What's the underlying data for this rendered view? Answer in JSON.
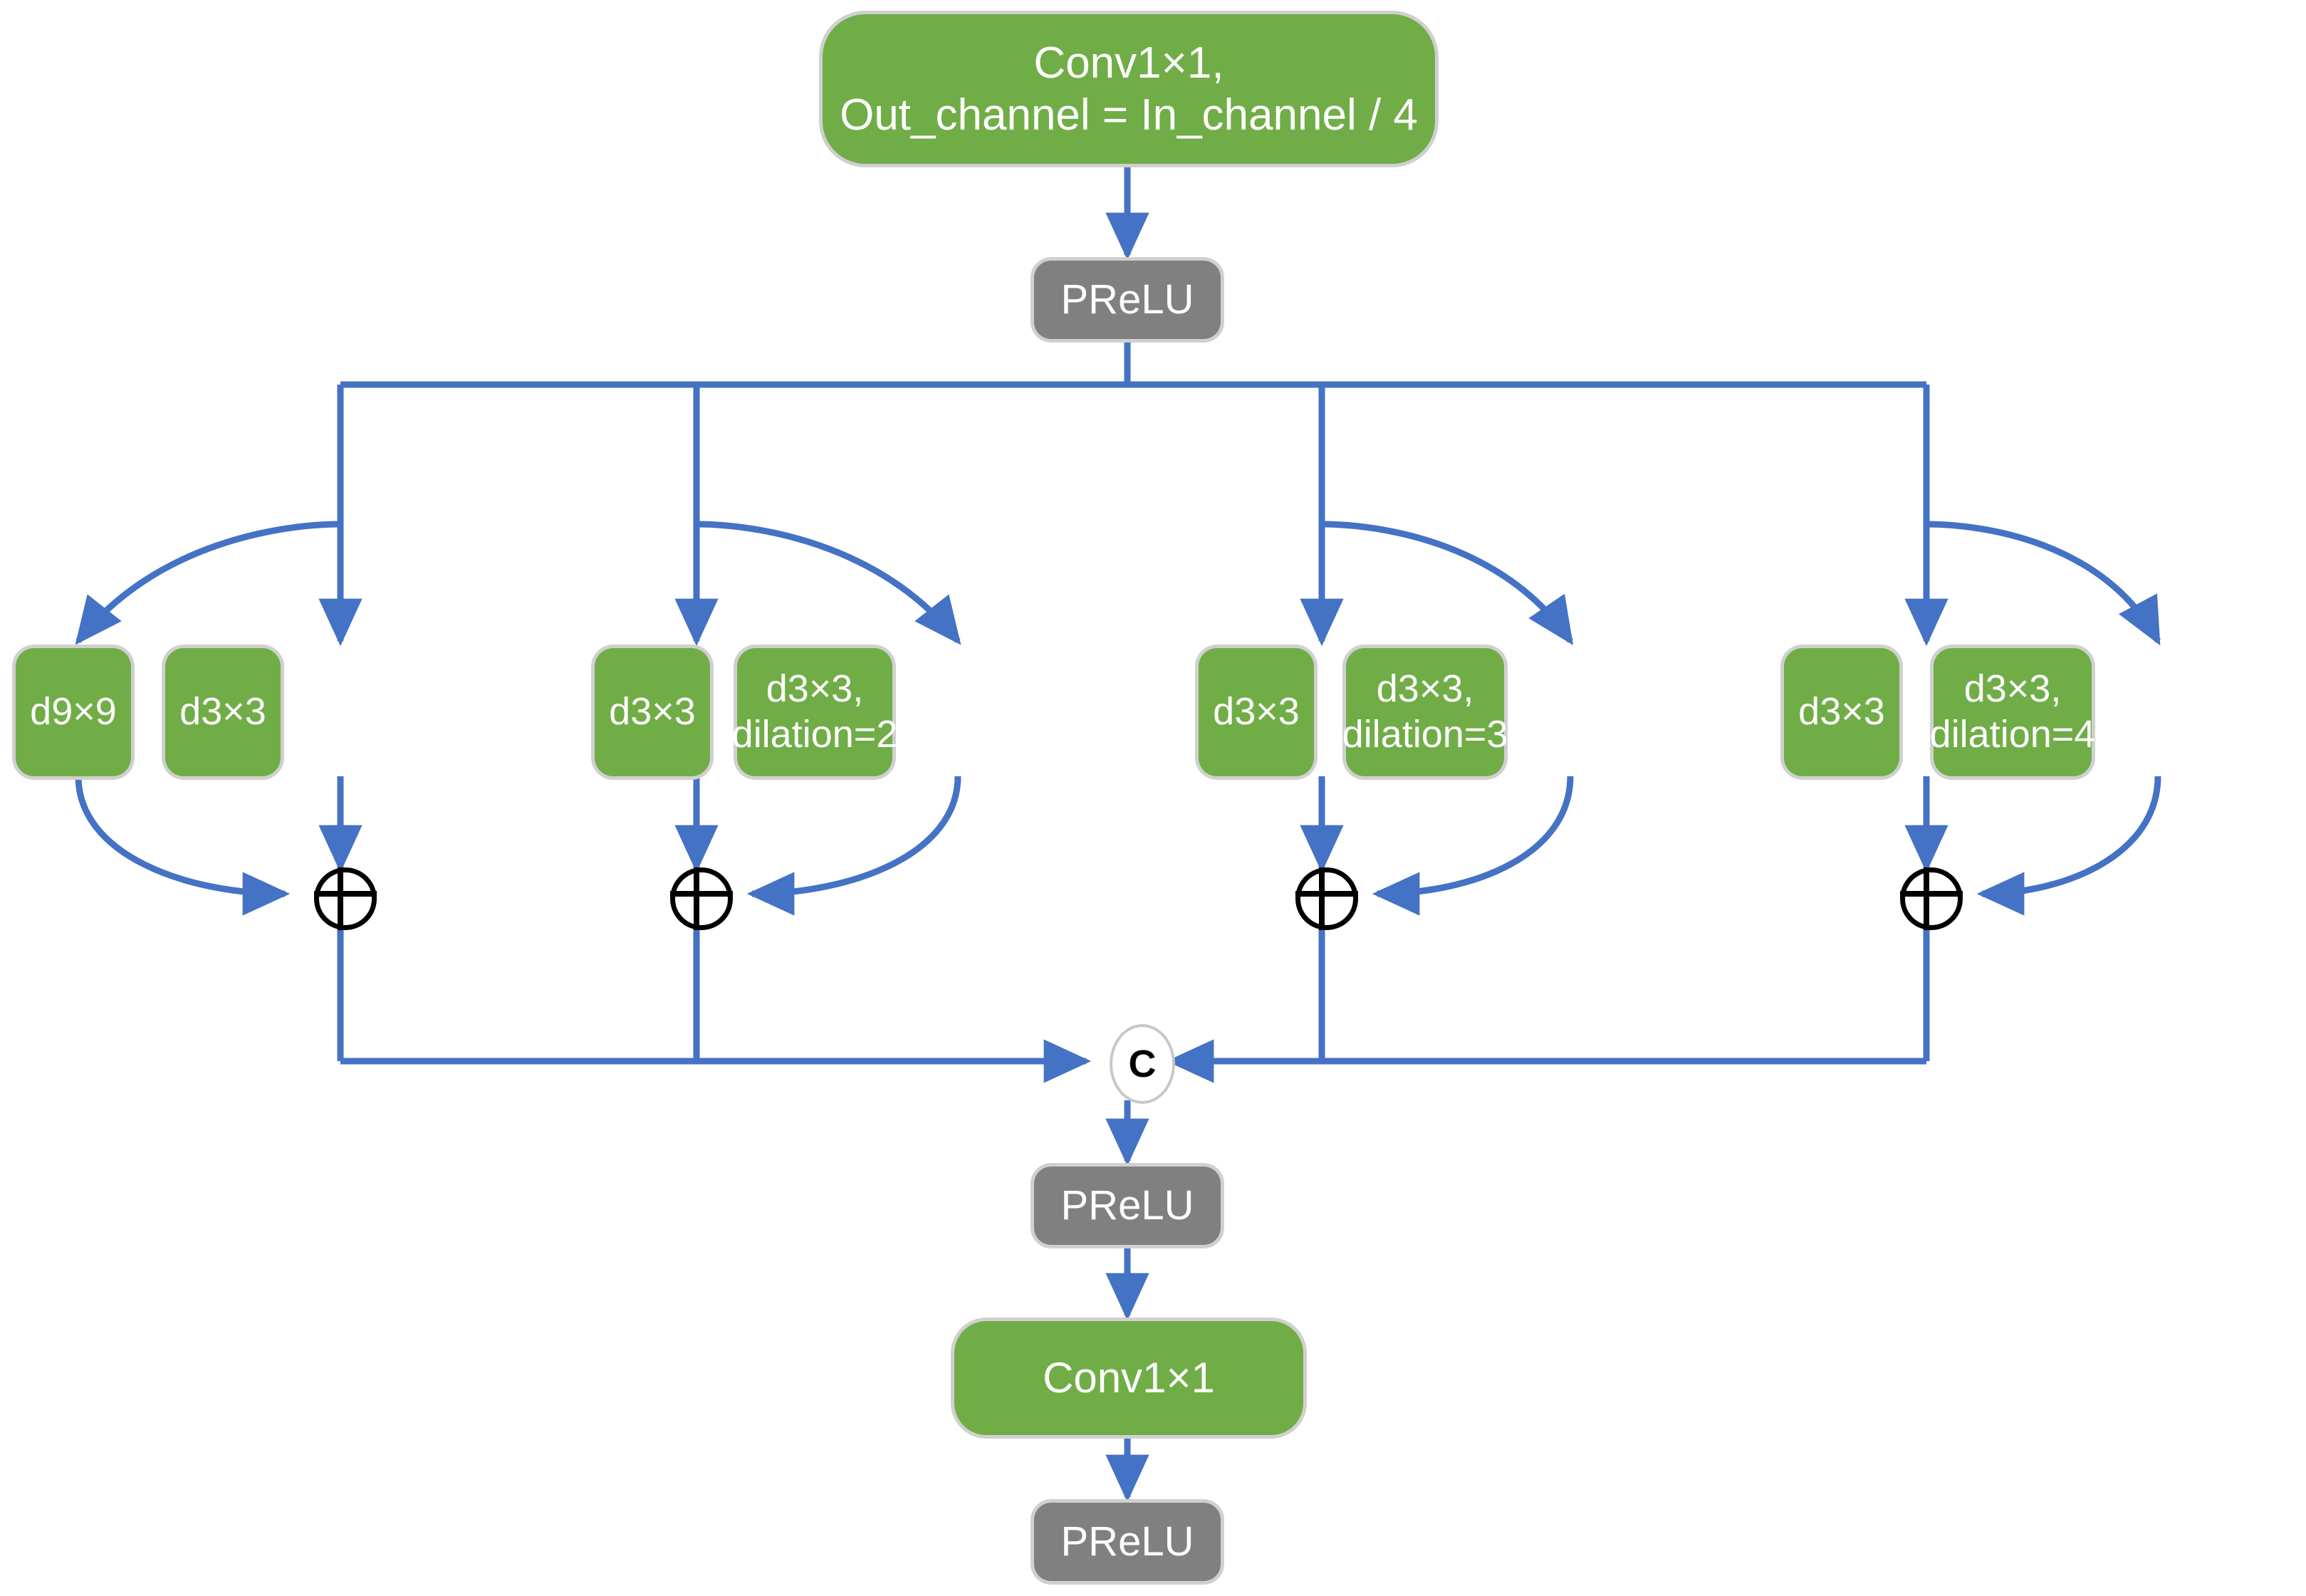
{
  "diagram": {
    "title": "Multi-scale dilated convolution block",
    "colors": {
      "block_green": "#70AD47",
      "block_gray": "#808080",
      "arrow_blue": "#4472C4",
      "sum_black": "#000000",
      "concat_border": "#C8C8C8",
      "block_border": "#D0D0D0",
      "background": "#FFFFFF"
    },
    "nodes": {
      "conv_top": "Conv1×1,\nOut_channel = In_channel / 4",
      "prelu_1": "PReLU",
      "prelu_2": "PReLU",
      "conv_bottom": "Conv1×1",
      "prelu_3": "PReLU",
      "concat": "C"
    },
    "branches": [
      {
        "id": "branch-1",
        "main": "d3×3",
        "side": "d9×9",
        "merge": "sum"
      },
      {
        "id": "branch-2",
        "main": "d3×3",
        "side": "d3×3,\ndilation=2",
        "merge": "sum"
      },
      {
        "id": "branch-3",
        "main": "d3×3",
        "side": "d3×3,\ndilation=3",
        "merge": "sum"
      },
      {
        "id": "branch-4",
        "main": "d3×3",
        "side": "d3×3,\ndilation=4",
        "merge": "sum"
      }
    ]
  }
}
